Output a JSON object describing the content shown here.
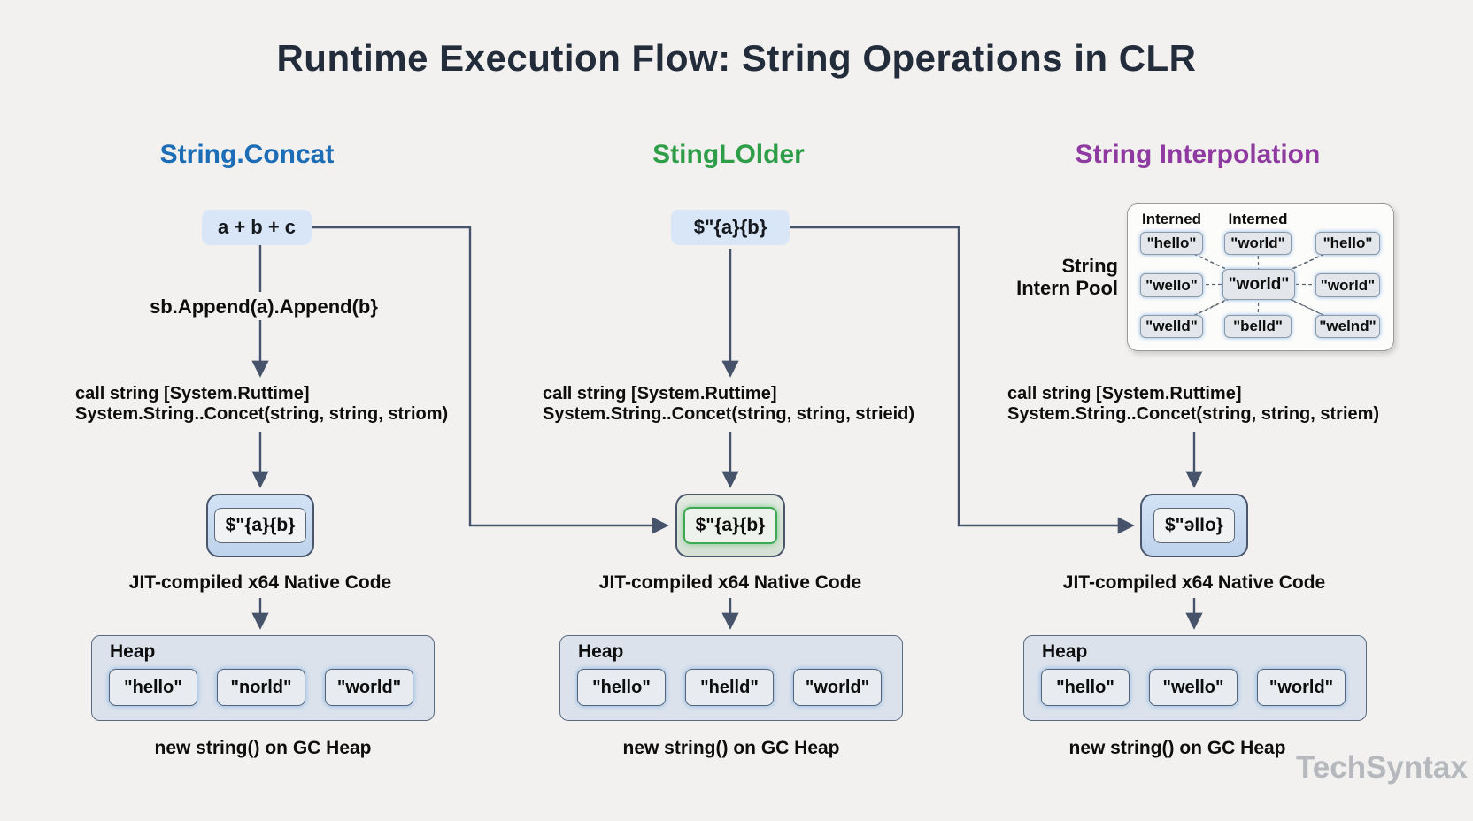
{
  "title": "Runtime Execution Flow: String Operations in CLR",
  "watermark": "TechSyntax",
  "colors": {
    "concat_header": "#1c6db5",
    "builder_header": "#2f9e48",
    "interpolation_header": "#8e3aa0",
    "arrow": "#46536a",
    "background": "#f2f1ef"
  },
  "columns": [
    {
      "header": "String.Concat",
      "top_box": "a + b + c",
      "step": "sb.Append(a).Append(b}",
      "call_line1": "call string [System.Ruttime]",
      "call_line2": "System.String..Concet(string, string, striom)",
      "jit_box": "$\"{a}{b}",
      "jit_label": "JIT-compiled x64 Native Code",
      "heap_label": "Heap",
      "heap_cells": [
        "\"hello\"",
        "\"norld\"",
        "\"world\""
      ],
      "caption": "new string() on GC Heap"
    },
    {
      "header": "StingLOlder",
      "top_box": "$\"{a}{b}",
      "call_line1": "call string [System.Ruttime]",
      "call_line2": "System.String..Concet(string, string, strieid)",
      "jit_box": "$\"{a}{b}",
      "jit_label": "JIT-compiled x64 Native Code",
      "heap_label": "Heap",
      "heap_cells": [
        "\"hello\"",
        "\"helld\"",
        "\"world\""
      ],
      "caption": "new string() on GC Heap"
    },
    {
      "header": "String Interpolation",
      "call_line1": "call string [System.Ruttime]",
      "call_line2": "System.String..Concet(string, string, striem)",
      "jit_box": "$\"ǝllo}",
      "jit_label": "JIT-compiled x64 Native Code",
      "heap_label": "Heap",
      "heap_cells": [
        "\"hello\"",
        "\"wello\"",
        "\"world\""
      ],
      "caption": "new string() on GC Heap"
    }
  ],
  "intern_pool": {
    "label_line1": "String",
    "label_line2": "Intern Pool",
    "col_headers": [
      "Interned",
      "Interned"
    ],
    "rows": [
      [
        "\"hello\"",
        "\"world\"",
        "\"hello\""
      ],
      [
        "\"wello\"",
        "\"world\"",
        "\"world\""
      ],
      [
        "\"welld\"",
        "\"belld\"",
        "\"welnd\""
      ]
    ]
  }
}
